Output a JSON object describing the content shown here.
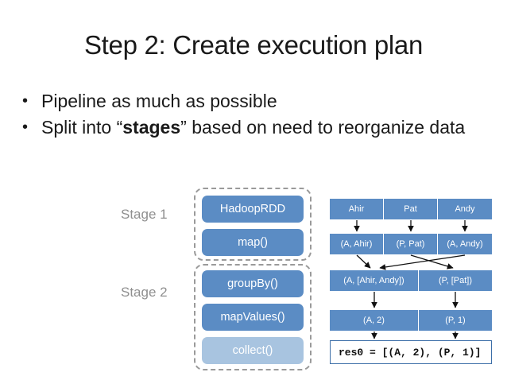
{
  "slide": {
    "title": "Step 2: Create execution plan",
    "bullet_marker": "•",
    "bullets": [
      {
        "pre": "Pipeline as much as possible",
        "bold": "",
        "post": ""
      },
      {
        "pre": "Split into “",
        "bold": "stages",
        "post": "” based on need to reorganize data"
      }
    ]
  },
  "diagram": {
    "stage_labels": [
      {
        "label": "Stage 1"
      },
      {
        "label": "Stage 2"
      }
    ],
    "plan_nodes": [
      {
        "label": "HadoopRDD",
        "style": "dark"
      },
      {
        "label": "map()",
        "style": "dark"
      },
      {
        "label": "groupBy()",
        "style": "dark"
      },
      {
        "label": "mapValues()",
        "style": "dark"
      },
      {
        "label": "collect()",
        "style": "light"
      }
    ],
    "data_rows": [
      {
        "cells": [
          "Ahir",
          "Pat",
          "Andy"
        ]
      },
      {
        "cells": [
          "(A, Ahir)",
          "(P, Pat)",
          "(A, Andy)"
        ]
      },
      {
        "cells": [
          "(A, [Ahir, Andy])",
          "(P, [Pat])"
        ]
      },
      {
        "cells": [
          "(A, 2)",
          "(P, 1)"
        ]
      }
    ],
    "result": "res0 = [(A, 2), (P, 1)]"
  },
  "colors": {
    "node_dark": "#5b8cc4",
    "node_light": "#a8c4e0",
    "dash_border": "#9a9a9a",
    "stage_label": "#8f8f8f",
    "result_border": "#3d6fa8"
  }
}
